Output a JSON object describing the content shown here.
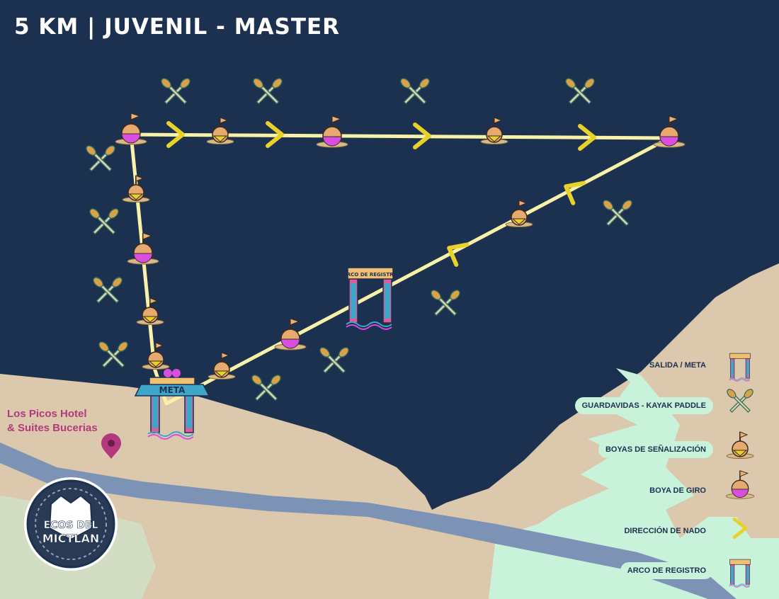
{
  "title": "5 KM | JUVENIL - MASTER",
  "hotel": {
    "line1": "Los Picos Hotel",
    "line2": "& Suites Bucerias"
  },
  "arch_label": "ARCO DE REGISTRO",
  "meta_label": "META",
  "logo": {
    "line1": "ECOS DEL",
    "line2": "MICTLAN"
  },
  "legend": [
    {
      "label": "SALIDA / META",
      "icon": "start-finish-arch-icon"
    },
    {
      "label": "GUARDAVIDAS - KAYAK PADDLE",
      "icon": "kayak-paddle-icon"
    },
    {
      "label": "BOYAS DE SEÑALIZACIÓN",
      "icon": "signal-buoy-icon"
    },
    {
      "label": "BOYA DE GIRO",
      "icon": "turn-buoy-icon"
    },
    {
      "label": "DIRECCIÓN DE NADO",
      "icon": "swim-direction-chevron-icon"
    },
    {
      "label": "ARCO DE REGISTRO",
      "icon": "registration-arch-icon"
    }
  ],
  "colors": {
    "sea": "#1c3150",
    "sand": "#dcc8ac",
    "mint": "#c9f2db",
    "road": "#7d93b5",
    "route": "#f7f2a7",
    "chevron": "#e8d22a",
    "buoy_turn": "#d94ee0",
    "buoy_signal": "#e6a96f",
    "accent": "#b23a7c"
  }
}
